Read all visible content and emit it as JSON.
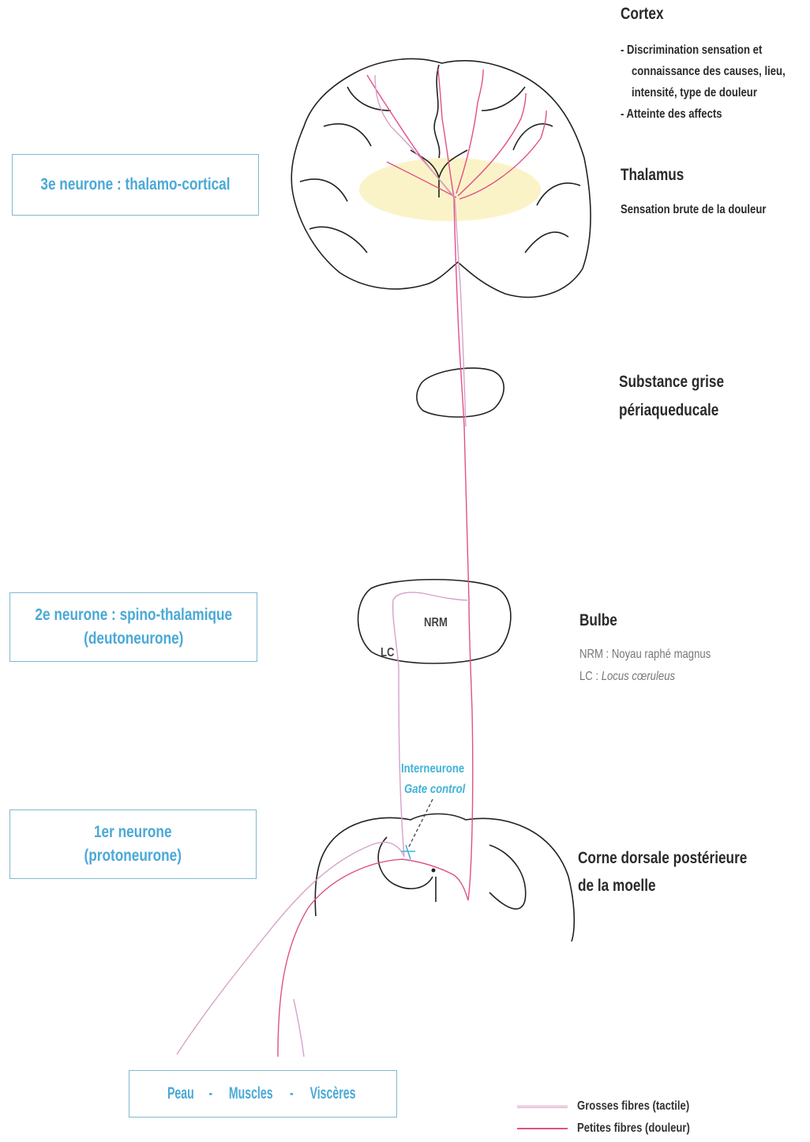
{
  "levels": {
    "cortex": {
      "title": "Cortex",
      "points": [
        "- Discrimination sensation et",
        "connaissance des causes, lieu,",
        "intensité, type de douleur",
        "- Atteinte des affects"
      ]
    },
    "thalamus": {
      "title": "Thalamus",
      "description": "Sensation brute de la douleur"
    },
    "pag": {
      "title_line1": "Substance grise",
      "title_line2": "périaqueducale"
    },
    "bulbe": {
      "title": "Bulbe",
      "nrm_def": "NRM : Noyau raphé magnus",
      "lc_prefix": "LC : ",
      "lc_name": "Locus cœruleus"
    },
    "moelle": {
      "title_line1": "Corne dorsale postérieure",
      "title_line2": "de la moelle"
    }
  },
  "neurons": {
    "third": "3e neurone : thalamo-cortical",
    "second_line1": "2e neurone : spino-thalamique",
    "second_line2": "(deutoneurone)",
    "first_line1": "1er neurone",
    "first_line2": "(protoneurone)"
  },
  "diagram_labels": {
    "nrm": "NRM",
    "lc": "LC",
    "interneurone": "Interneurone",
    "gate_control": "Gate control"
  },
  "periphery": {
    "peau": "Peau",
    "sep1": "-",
    "muscles": "Muscles",
    "sep2": "-",
    "visceres": "Viscères"
  },
  "legend": {
    "large_fibres": "Grosses fibres (tactile)",
    "small_fibres": "Petites fibres (douleur)"
  },
  "colors": {
    "pain_fibre": "#e0508a",
    "tactile_fibre": "#d7a2c6",
    "box_text": "#4aa9d6",
    "thalamus_fill": "#fbf3c8"
  }
}
